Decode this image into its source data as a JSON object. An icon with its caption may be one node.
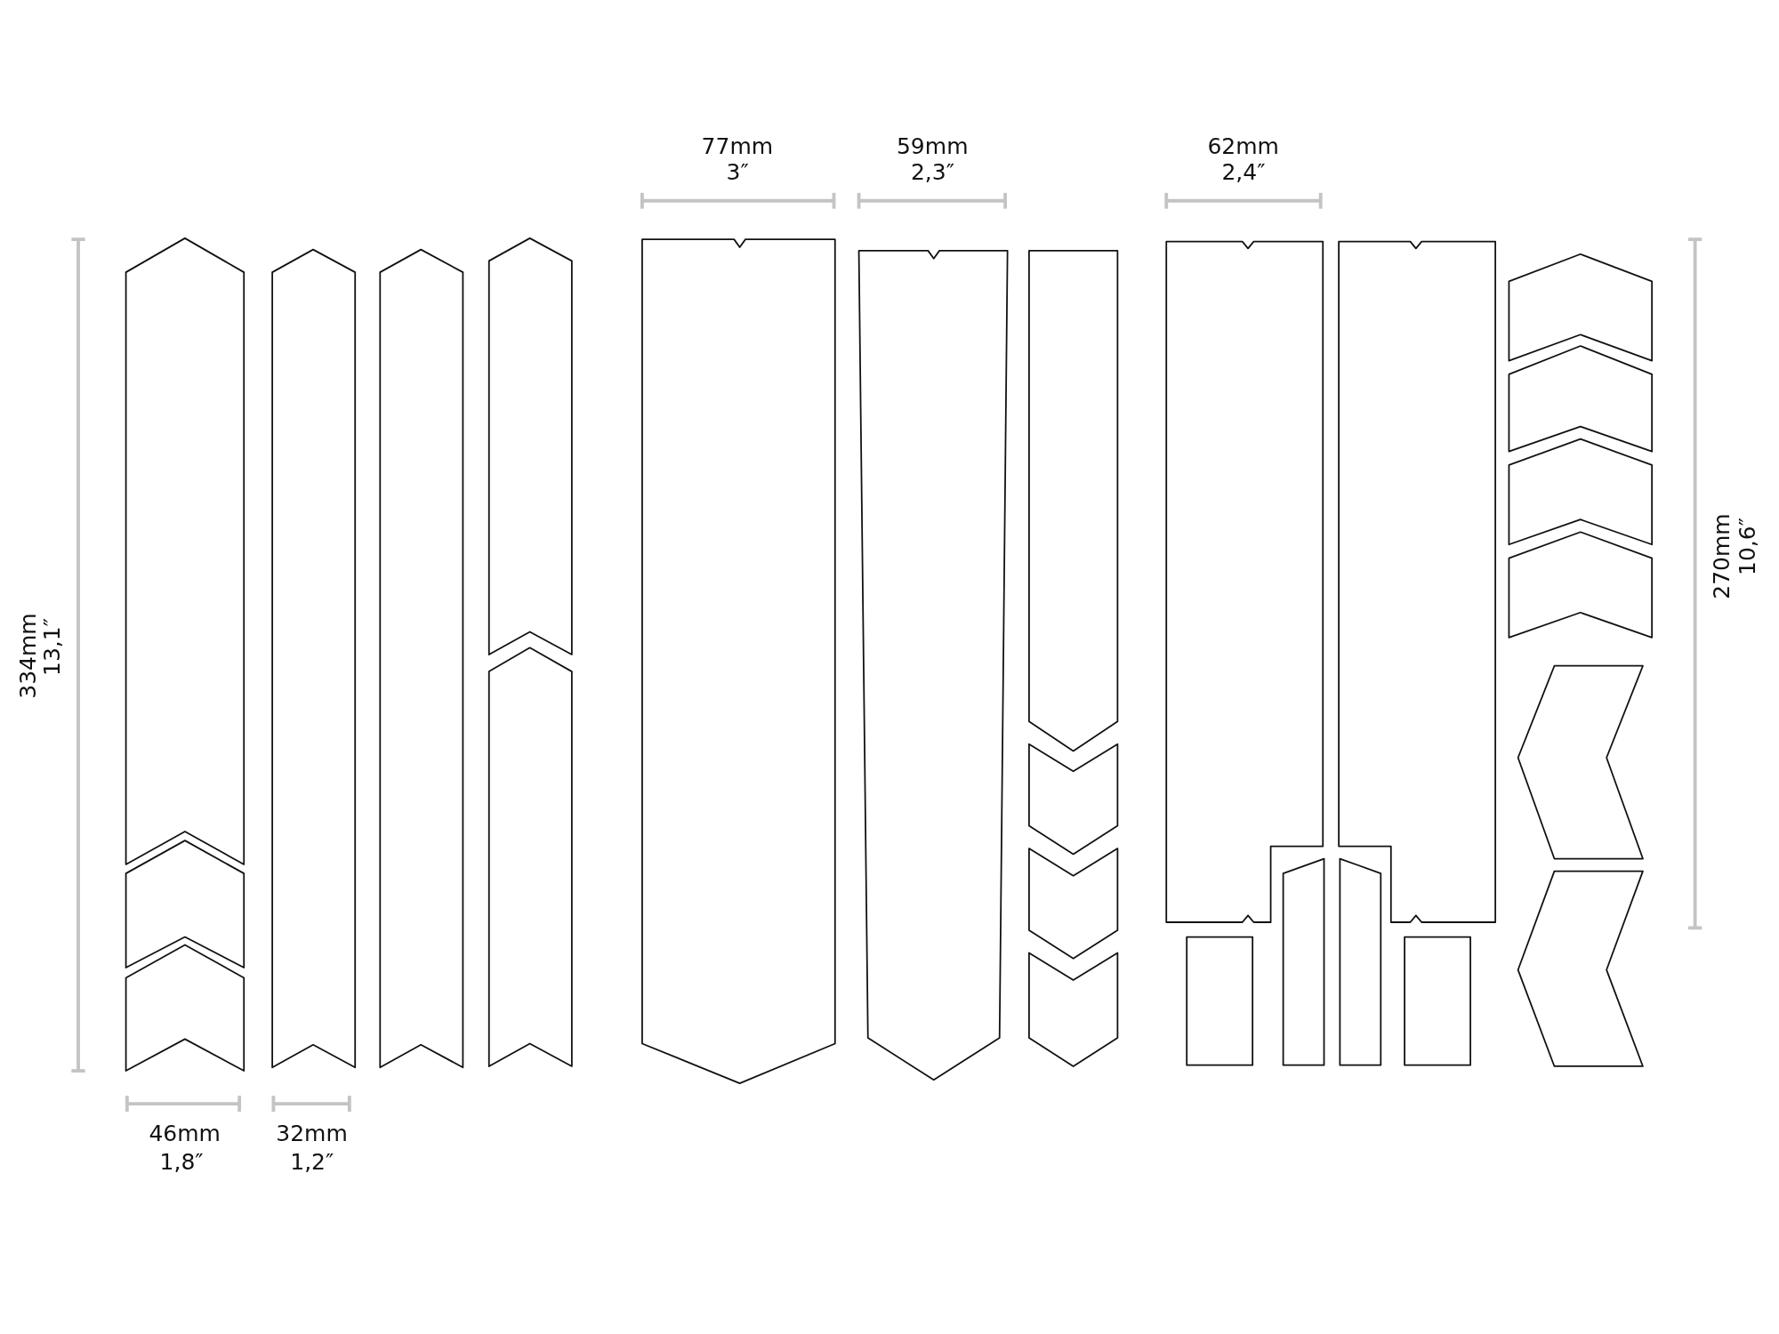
{
  "diagram": {
    "labels": [
      "77mm",
      "3″",
      "59mm",
      "2,3″",
      "62mm",
      "2,4″",
      "334mm",
      "13,1″",
      "270mm",
      "10,6″",
      "46mm",
      "1,8″",
      "32mm",
      "1,2″"
    ]
  }
}
